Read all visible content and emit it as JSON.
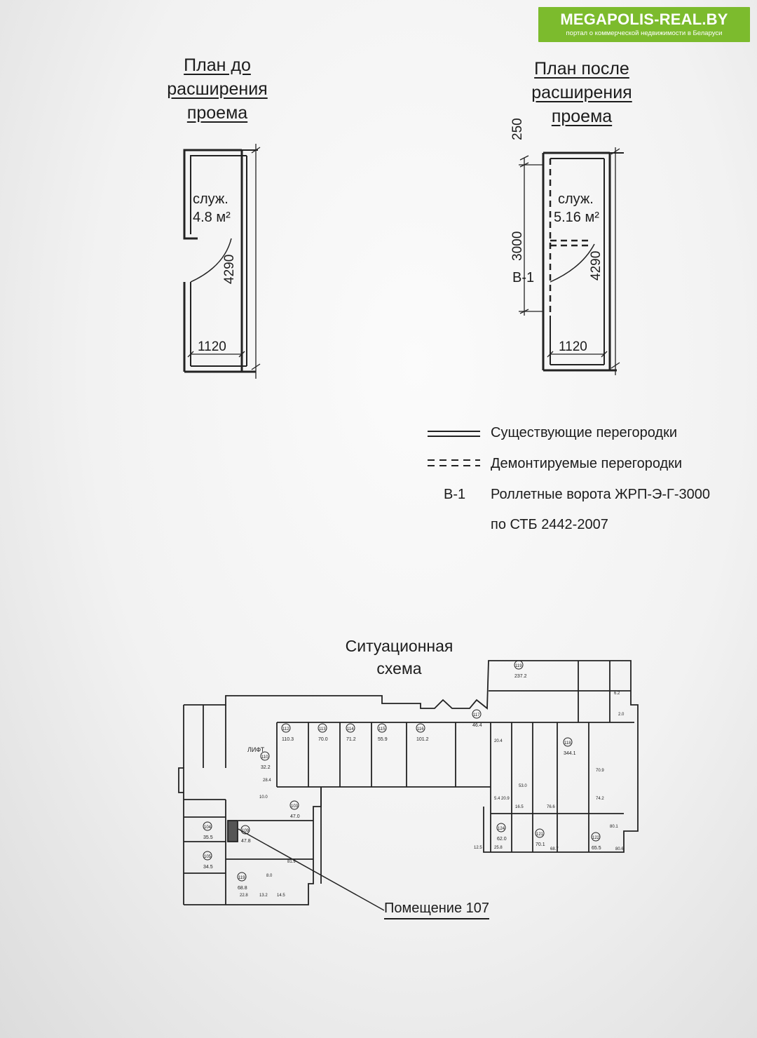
{
  "brand": {
    "name": "MEGAPOLIS-REAL.BY",
    "tagline": "портал о коммерческой недвижимости в Беларуси",
    "color": "#7cbb2d"
  },
  "plan_before": {
    "title": "План до расширения проема",
    "room_name": "служ.",
    "room_area": "4.8 м²",
    "dim_length": "4290",
    "dim_width": "1120"
  },
  "plan_after": {
    "title": "План после расширения проема",
    "room_name": "служ.",
    "room_area": "5.16 м²",
    "dim_top": "250",
    "dim_opening": "3000",
    "dim_length": "4290",
    "dim_width": "1120",
    "gate_label": "В-1"
  },
  "legend": {
    "existing": "Существующие перегородки",
    "demolished": "Демонтируемые перегородки",
    "gate_code": "В-1",
    "gate_line1": "Роллетные ворота ЖРП-Э-Г-3000",
    "gate_line2": "по СТБ 2442-2007"
  },
  "situation": {
    "title": "Ситуационная схема",
    "callout": "Помещение 107",
    "lift_label": "ЛИФТ",
    "rooms": [
      {
        "num": "112",
        "area": "110.3"
      },
      {
        "num": "113",
        "area": "70.0"
      },
      {
        "num": "114",
        "area": "71.2"
      },
      {
        "num": "115",
        "area": "55.9"
      },
      {
        "num": "116",
        "area": "101.2"
      },
      {
        "num": "117",
        "area": "46.4"
      },
      {
        "num": "119",
        "area": "237.2"
      },
      {
        "num": "118",
        "area": "344.1"
      },
      {
        "num": "110",
        "area": "32.2"
      },
      {
        "num": "103",
        "area": "47.0"
      },
      {
        "num": "109",
        "area": "47.8"
      },
      {
        "num": "104",
        "area": "35.5"
      },
      {
        "num": "105",
        "area": "34.5"
      },
      {
        "num": "119",
        "area": "68.8"
      },
      {
        "num": "121",
        "area": "70.1"
      },
      {
        "num": "122",
        "area": "65.5"
      },
      {
        "num": "124",
        "area": "62.0"
      }
    ],
    "extra_areas": [
      "20.4",
      "53.0",
      "20.9",
      "74.2",
      "70.9",
      "80.1",
      "25.8",
      "12.5",
      "16.5",
      "28.4",
      "10.0",
      "81.9",
      "22.8",
      "14.5",
      "13.2",
      "8.0",
      "6.2",
      "2.0",
      "68.7",
      "80.6",
      "76.6",
      "5.4"
    ]
  }
}
